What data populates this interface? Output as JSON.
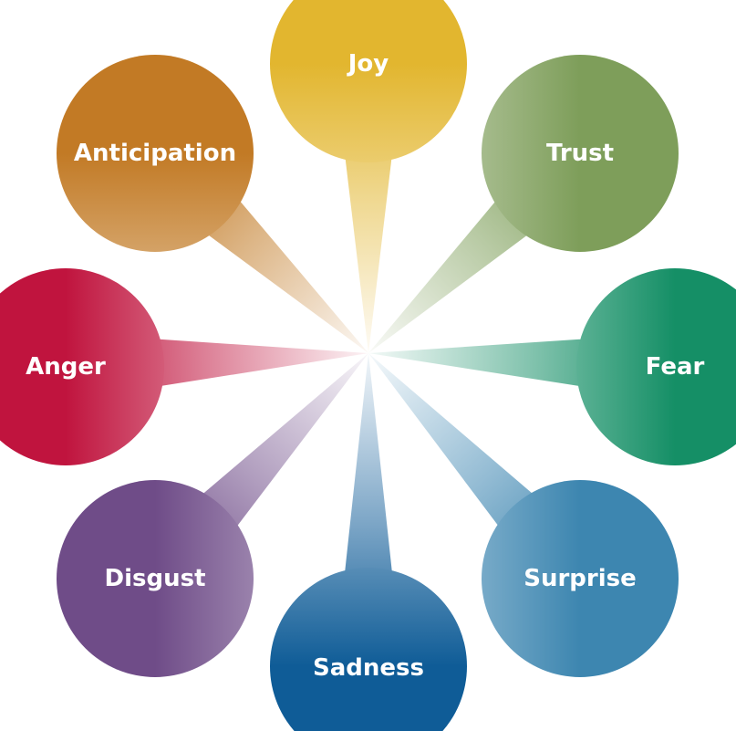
{
  "diagram": {
    "emotions": [
      {
        "key": "joy",
        "label": "Joy",
        "color": "#E2B62F"
      },
      {
        "key": "trust",
        "label": "Trust",
        "color": "#7E9E5A"
      },
      {
        "key": "fear",
        "label": "Fear",
        "color": "#158F66"
      },
      {
        "key": "surprise",
        "label": "Surprise",
        "color": "#3D86B0"
      },
      {
        "key": "sadness",
        "label": "Sadness",
        "color": "#0F5C97"
      },
      {
        "key": "disgust",
        "label": "Disgust",
        "color": "#6F4C88"
      },
      {
        "key": "anger",
        "label": "Anger",
        "color": "#C0143E"
      },
      {
        "key": "anticipation",
        "label": "Anticipation",
        "color": "#C27A25"
      }
    ]
  }
}
